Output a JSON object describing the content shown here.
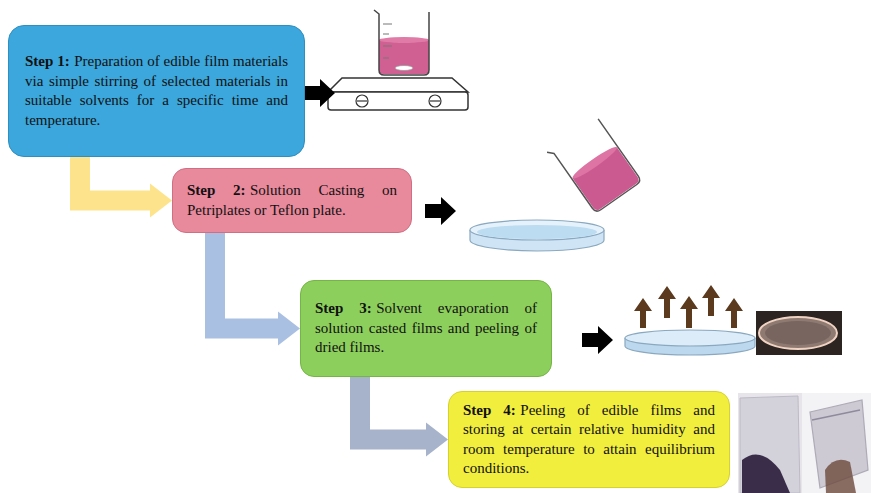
{
  "diagram": {
    "nodes": [
      {
        "text": [
          "Step 1:",
          "Preparation of edible film materials via simple stirring of selected materials in suitable solvents for a specific time and temperature."
        ]
      },
      {
        "text": [
          "Step 2:",
          "Solution Casting on Petriplates or Teflon plate."
        ]
      },
      {
        "text": [
          "Step 3:",
          "Solvent evaporation of solution casted films and peeling of dried films."
        ]
      },
      {
        "text": [
          "Step 4:",
          "Peeling of edible films and storing at certain relative humidity and room temperature to attain equilibrium conditions."
        ]
      }
    ],
    "edges": [
      {
        "from": 0,
        "to": 1,
        "arrow": "to"
      },
      {
        "from": 1,
        "to": 2,
        "arrow": "to"
      },
      {
        "from": 2,
        "to": 3,
        "arrow": "to"
      }
    ]
  }
}
